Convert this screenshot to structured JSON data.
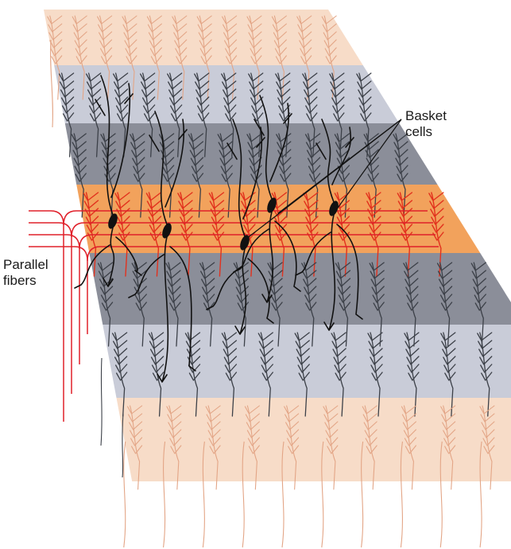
{
  "labels": {
    "basket_cells": "Basket\ncells",
    "parallel_fibers": "Parallel\nfibers"
  },
  "colors": {
    "background": "#ffffff",
    "sheet_pale": "#f7dcc8",
    "band_light_gray": "#c9ccd8",
    "band_dark_gray": "#8b8e99",
    "band_orange": "#f2a25c",
    "purkinje_pale": "#e3a586",
    "purkinje_gray": "#3c4048",
    "purkinje_red": "#e2311d",
    "parallel_fiber": "#e0202a",
    "basket_cell": "#111111"
  },
  "structure": {
    "purkinje_columns": 12,
    "parallel_fibers": 4,
    "basket_cells": 5,
    "bands": [
      "pale",
      "light-gray",
      "dark-gray",
      "orange",
      "dark-gray",
      "light-gray",
      "pale"
    ]
  }
}
